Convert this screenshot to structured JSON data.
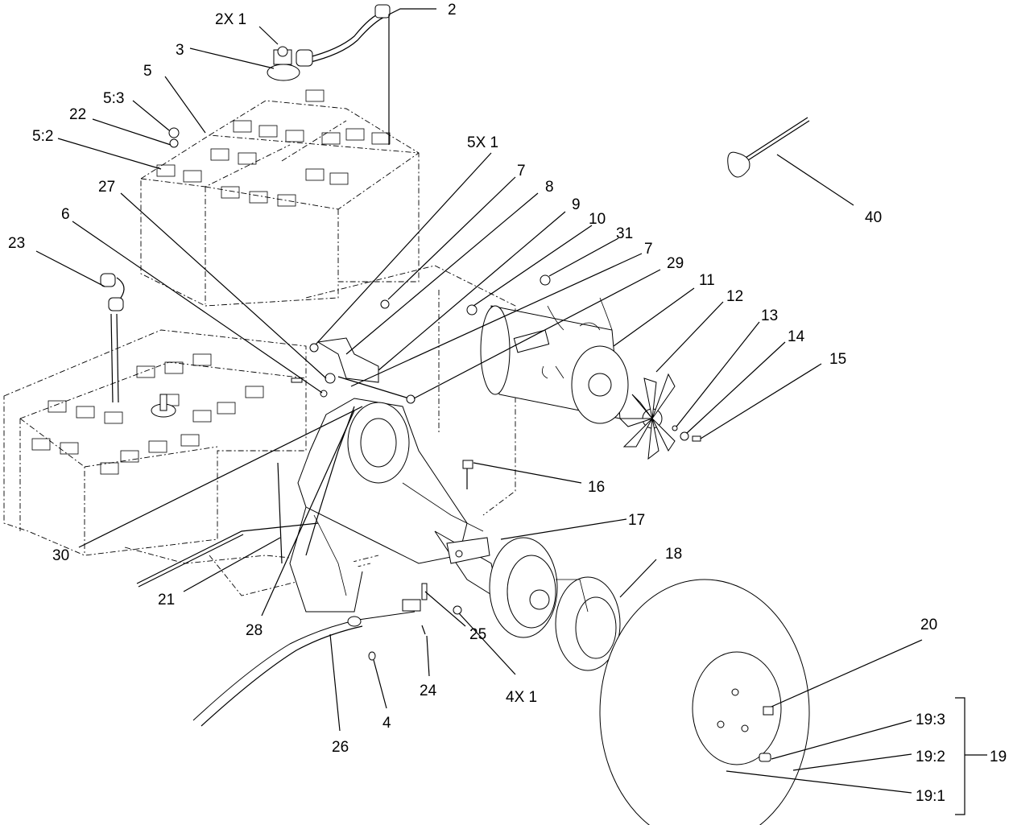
{
  "diagram": {
    "callouts": [
      {
        "id": "c2x1",
        "text": "2X 1"
      },
      {
        "id": "c2",
        "text": "2"
      },
      {
        "id": "c3",
        "text": "3"
      },
      {
        "id": "c5",
        "text": "5"
      },
      {
        "id": "c5_3",
        "text": "5:3"
      },
      {
        "id": "c22",
        "text": "22"
      },
      {
        "id": "c5_2",
        "text": "5:2"
      },
      {
        "id": "c5x1",
        "text": "5X 1"
      },
      {
        "id": "c7a",
        "text": "7"
      },
      {
        "id": "c27",
        "text": "27"
      },
      {
        "id": "c8",
        "text": "8"
      },
      {
        "id": "c9",
        "text": "9"
      },
      {
        "id": "c6",
        "text": "6"
      },
      {
        "id": "c10",
        "text": "10"
      },
      {
        "id": "c31",
        "text": "31"
      },
      {
        "id": "c7b",
        "text": "7"
      },
      {
        "id": "c23",
        "text": "23"
      },
      {
        "id": "c29",
        "text": "29"
      },
      {
        "id": "c11",
        "text": "11"
      },
      {
        "id": "c12",
        "text": "12"
      },
      {
        "id": "c13",
        "text": "13"
      },
      {
        "id": "c14",
        "text": "14"
      },
      {
        "id": "c15",
        "text": "15"
      },
      {
        "id": "c40",
        "text": "40"
      },
      {
        "id": "c16",
        "text": "16"
      },
      {
        "id": "c17",
        "text": "17"
      },
      {
        "id": "c18",
        "text": "18"
      },
      {
        "id": "c30",
        "text": "30"
      },
      {
        "id": "c21",
        "text": "21"
      },
      {
        "id": "c28",
        "text": "28"
      },
      {
        "id": "c25",
        "text": "25"
      },
      {
        "id": "c24",
        "text": "24"
      },
      {
        "id": "c4x1",
        "text": "4X 1"
      },
      {
        "id": "c20",
        "text": "20"
      },
      {
        "id": "c4",
        "text": "4"
      },
      {
        "id": "c26",
        "text": "26"
      },
      {
        "id": "c19_3",
        "text": "19:3"
      },
      {
        "id": "c19_2",
        "text": "19:2"
      },
      {
        "id": "c19",
        "text": "19"
      },
      {
        "id": "c19_1",
        "text": "19:1"
      }
    ]
  }
}
